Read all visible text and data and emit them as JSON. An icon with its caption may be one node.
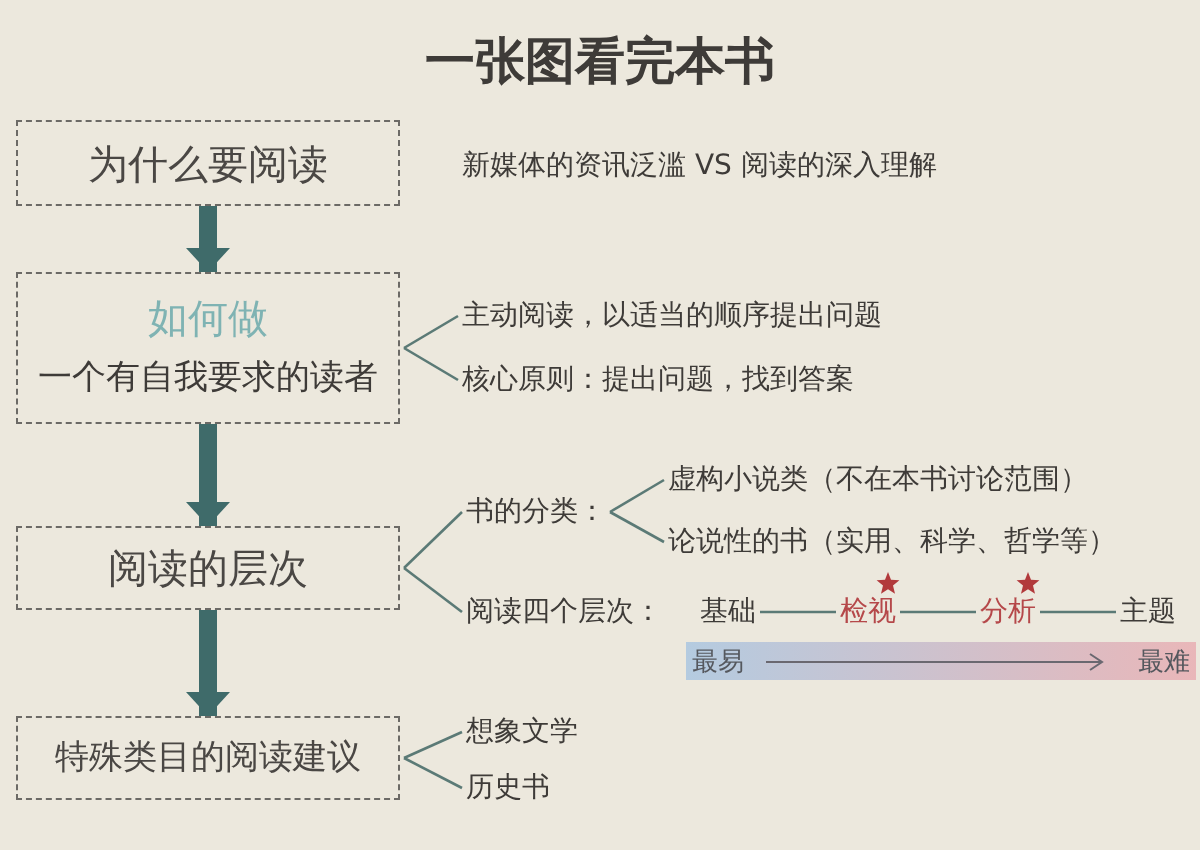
{
  "diagram": {
    "title": "一张图看完本书",
    "nodes": [
      {
        "text": [
          "为什么要阅读"
        ]
      },
      {
        "text": [
          "如何做",
          "一个有自我要求的读者"
        ]
      },
      {
        "text": [
          "阅读的层次"
        ]
      },
      {
        "text": [
          "特殊类目的阅读建议"
        ]
      },
      {
        "text": [
          "主动阅读，以适当的顺序提出问题"
        ]
      },
      {
        "text": [
          "核心原则：提出问题，找到答案"
        ]
      },
      {
        "text": [
          "书的分类："
        ]
      },
      {
        "text": [
          "虚构小说类（不在本书讨论范围）"
        ]
      },
      {
        "text": [
          "论说性的书（实用、科学、哲学等）"
        ]
      },
      {
        "text": [
          "阅读四个层次："
        ]
      },
      {
        "text": [
          "基础"
        ]
      },
      {
        "text": [
          "检视"
        ]
      },
      {
        "text": [
          "分析"
        ]
      },
      {
        "text": [
          "主题"
        ]
      },
      {
        "text": [
          "想象文学"
        ]
      },
      {
        "text": [
          "历史书"
        ]
      }
    ],
    "edges": [
      {
        "from": 0,
        "to": 1,
        "arrow": "to",
        "style": "thick"
      },
      {
        "from": 1,
        "to": 2,
        "arrow": "to",
        "style": "thick"
      },
      {
        "from": 2,
        "to": 3,
        "arrow": "to",
        "style": "thick"
      },
      {
        "from": 1,
        "to": 4,
        "arrow": "none"
      },
      {
        "from": 1,
        "to": 5,
        "arrow": "none"
      },
      {
        "from": 2,
        "to": 6,
        "arrow": "none"
      },
      {
        "from": 6,
        "to": 7,
        "arrow": "none"
      },
      {
        "from": 6,
        "to": 8,
        "arrow": "none"
      },
      {
        "from": 2,
        "to": 9,
        "arrow": "none"
      },
      {
        "from": 10,
        "to": 11,
        "arrow": "none"
      },
      {
        "from": 11,
        "to": 12,
        "arrow": "none"
      },
      {
        "from": 12,
        "to": 13,
        "arrow": "none"
      },
      {
        "from": 3,
        "to": 14,
        "arrow": "none"
      },
      {
        "from": 3,
        "to": 15,
        "arrow": "none"
      }
    ],
    "labels": [
      "新媒体的资讯泛滥 VS 阅读的深入理解",
      "最易",
      "最难"
    ]
  }
}
